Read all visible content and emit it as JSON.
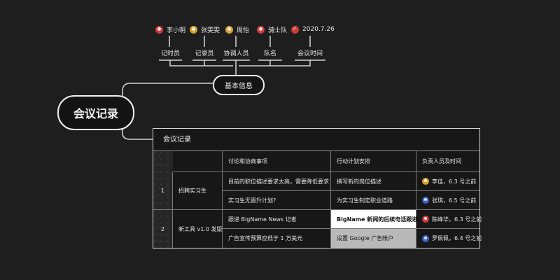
{
  "mindmap": {
    "root": "会议记录",
    "branch": "基本信息",
    "participants": [
      {
        "name": "李小明",
        "avatar": "red",
        "role": "记时员"
      },
      {
        "name": "张雯雯",
        "avatar": "yellow",
        "role": "记录员"
      },
      {
        "name": "周怡",
        "avatar": "yellow",
        "role": "协调人员"
      },
      {
        "name": "骑士队",
        "avatar": "red",
        "role": "队名"
      },
      {
        "name": "2020.7.26",
        "avatar": "date",
        "role": "会议时间"
      }
    ]
  },
  "table": {
    "title": "会议记录",
    "headers": [
      "讨论和协商事项",
      "行动计划安排",
      "负责人员及时间"
    ],
    "groups": [
      {
        "index": "1",
        "topic": "招聘实习生"
      },
      {
        "index": "2",
        "topic": "新工具 v1.0 发版"
      }
    ],
    "rows": [
      {
        "issue": "目前的职位描述要求太高，需要降低要求",
        "action": "撰写新的岗位描述",
        "owner": "李佳，6.3 号之前",
        "owner_avatar": "yellow",
        "highlight": ""
      },
      {
        "issue": "实习生无晋升计划?",
        "action": "为实习生制定职业道路",
        "owner": "张琪，6.5 号之前",
        "owner_avatar": "blue",
        "highlight": ""
      },
      {
        "issue": "跟进 BigName News 记者",
        "action": "BigName 新闻的后续电话跟进",
        "owner": "陈峰华，6.3 号之前",
        "owner_avatar": "red",
        "highlight": "white"
      },
      {
        "issue": "广告宣传预算应低于 1 万美元",
        "action": "设置 Google 广告帐户",
        "owner": "罗佩佩，6.4 号之前",
        "owner_avatar": "blue",
        "highlight": "grey"
      }
    ]
  },
  "colors": {
    "background": "#1e1e1f",
    "avatar_red": "#d23b3b",
    "avatar_yellow": "#d7a234",
    "avatar_blue": "#3f62c8",
    "highlight_white": "#ffffff",
    "highlight_grey": "#b9b9b9"
  }
}
